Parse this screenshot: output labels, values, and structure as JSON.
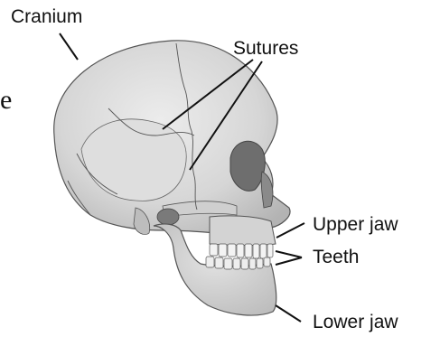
{
  "labels": {
    "cranium": "Cranium",
    "sutures": "Sutures",
    "upper_jaw": "Upper jaw",
    "teeth": "Teeth",
    "lower_jaw": "Lower jaw"
  },
  "cut_off_text": "e",
  "colors": {
    "bone_fill": "#d9d9d9",
    "bone_light": "#e8e8e8",
    "bone_shadow": "#a8a8a8",
    "outline": "#555555",
    "leader_line": "#111111",
    "background": "#ffffff"
  }
}
